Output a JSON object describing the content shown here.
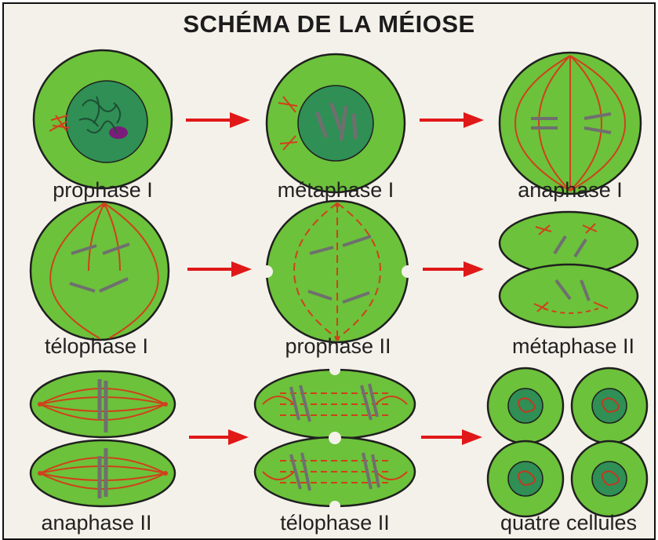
{
  "title": "SCHÉMA DE LA MÉIOSE",
  "stages": [
    {
      "label": "prophase I"
    },
    {
      "label": "métaphase I"
    },
    {
      "label": "anaphase I"
    },
    {
      "label": "télophase I"
    },
    {
      "label": "prophase II"
    },
    {
      "label": "métaphase II"
    },
    {
      "label": "anaphase II"
    },
    {
      "label": "télophase II"
    },
    {
      "label": "quatre cellules"
    }
  ],
  "colors": {
    "cell_fill": "#6cc23a",
    "cell_outline": "#1f1f1f",
    "nucleus": "#2f8f55",
    "spindle": "#d0401c",
    "chromosome": "#8a8a8a",
    "arrow": "#e01818",
    "background": "#f4f1ea"
  }
}
